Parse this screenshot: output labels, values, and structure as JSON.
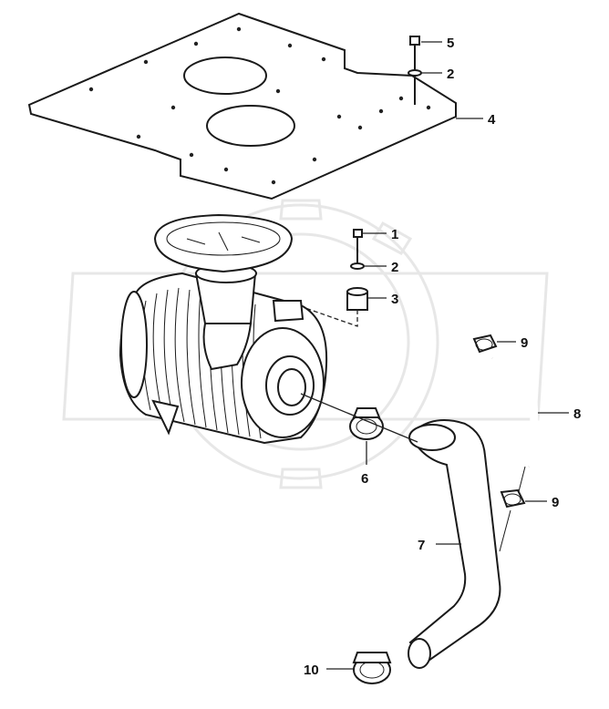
{
  "diagram": {
    "callouts": [
      {
        "id": "c5a",
        "label": "5"
      },
      {
        "id": "c2a",
        "label": "2"
      },
      {
        "id": "c4",
        "label": "4"
      },
      {
        "id": "c1",
        "label": "1"
      },
      {
        "id": "c2b",
        "label": "2"
      },
      {
        "id": "c3",
        "label": "3"
      },
      {
        "id": "c9a",
        "label": "9"
      },
      {
        "id": "c8",
        "label": "8"
      },
      {
        "id": "c6",
        "label": "6"
      },
      {
        "id": "c9b",
        "label": "9"
      },
      {
        "id": "c7",
        "label": "7"
      },
      {
        "id": "c10",
        "label": "10"
      }
    ]
  },
  "colors": {
    "line": "#1a1a1a",
    "part_fill": "#ffffff",
    "watermark": "#e7e7e7"
  }
}
